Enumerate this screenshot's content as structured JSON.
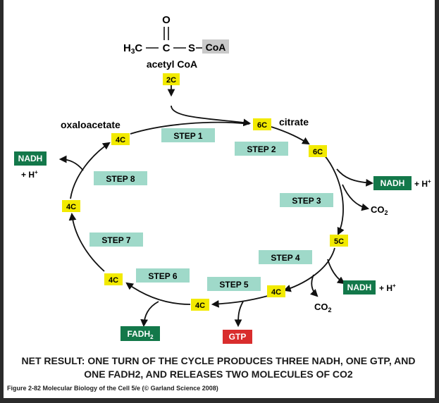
{
  "acetyl": {
    "oxygen": "O",
    "h3c": "H3C",
    "carbon": "C",
    "s_coa": "S",
    "coa": "CoA",
    "name": "acetyl CoA"
  },
  "molecules": {
    "oxaloacetate": "oxaloacetate",
    "citrate": "citrate"
  },
  "carbon_tags": {
    "acetyl": "2C",
    "citrate": "6C",
    "isocitrate": "6C",
    "ketoglutarate": "5C",
    "succinyl": "4C",
    "succinate": "4C",
    "fumarate": "4C",
    "malate": "4C",
    "oxaloacetate": "4C"
  },
  "steps": [
    "STEP 1",
    "STEP 2",
    "STEP 3",
    "STEP 4",
    "STEP 5",
    "STEP 6",
    "STEP 7",
    "STEP 8"
  ],
  "products": {
    "nadh": "NADH",
    "h_plus": "+ H+",
    "co2": "CO2",
    "gtp": "GTP",
    "fadh2": "FADH2"
  },
  "net_result": {
    "line1": "NET RESULT: ONE TURN OF THE CYCLE PRODUCES THREE NADH, ONE GTP, AND",
    "line2": "ONE FADH2, AND RELEASES TWO MOLECULES OF CO2"
  },
  "caption": "Figure 2-82  Molecular Biology of the Cell 5/e (© Garland Science 2008)",
  "colors": {
    "carbon_tag": "#f2ea00",
    "step_box": "#9fd9c9",
    "nadh_box": "#13784a",
    "gtp_box": "#d92d2d",
    "coa_box": "#c9c9c9"
  }
}
